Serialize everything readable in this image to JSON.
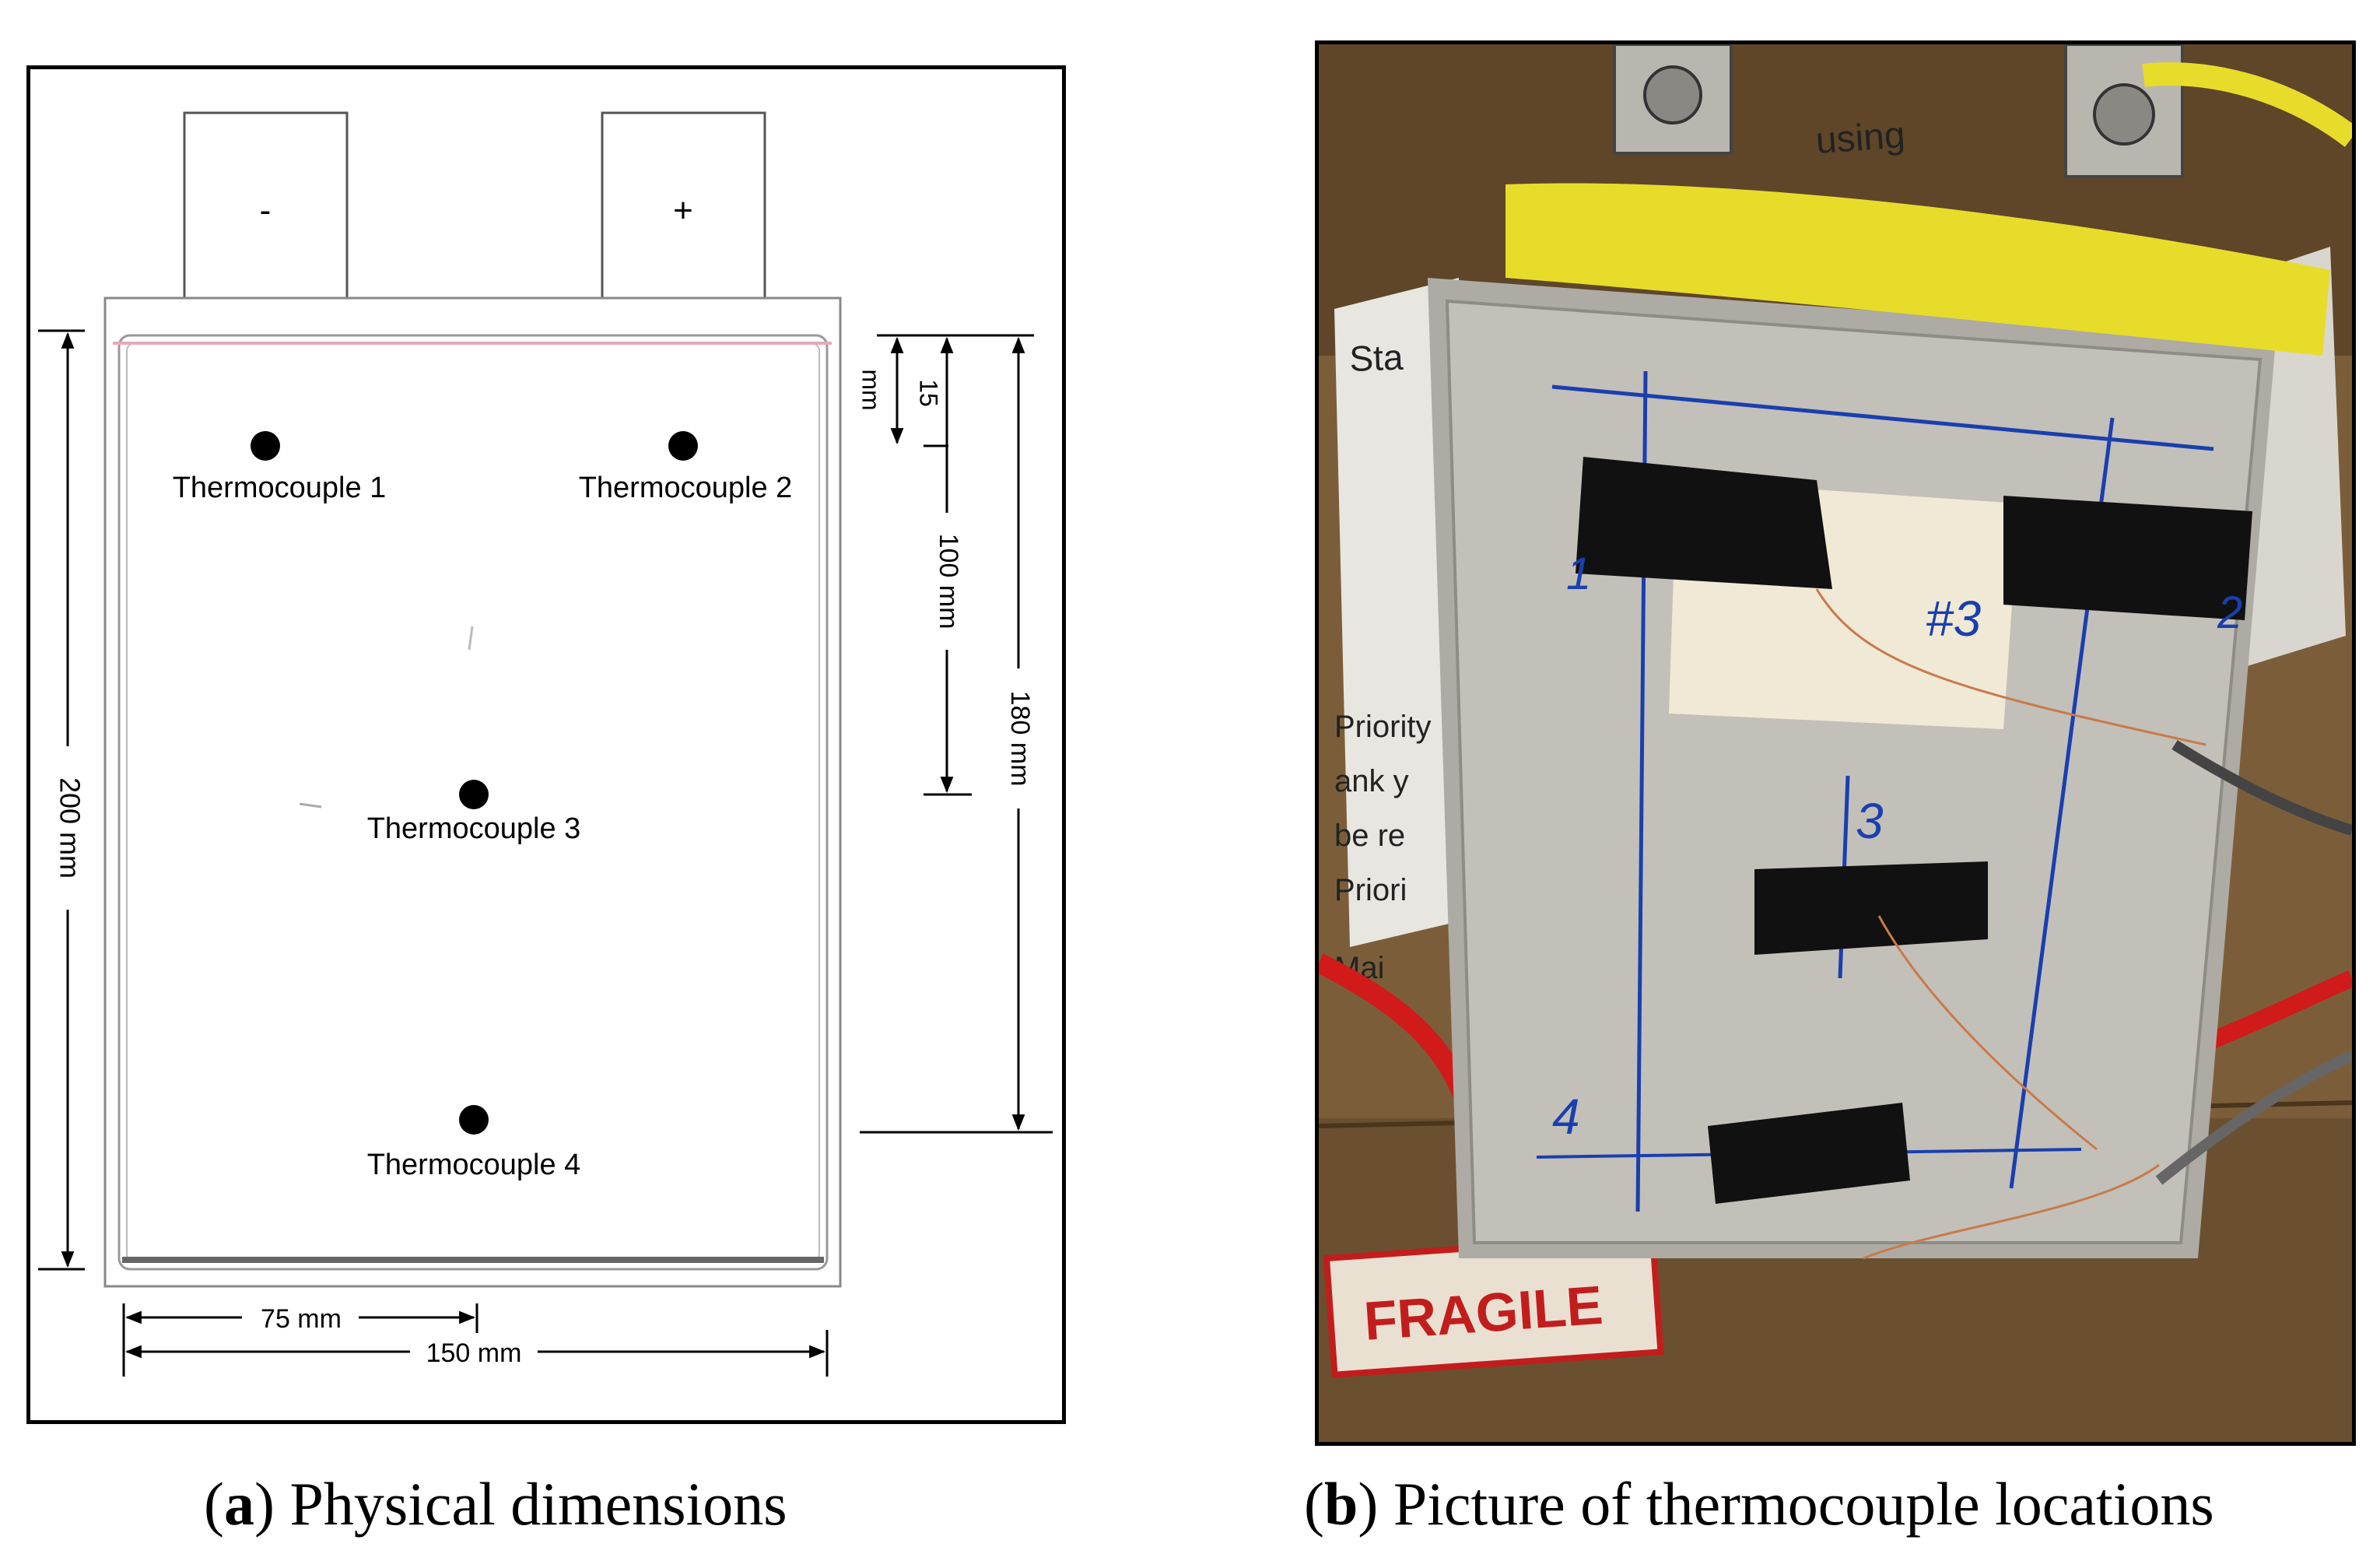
{
  "panel_a": {
    "terminal_negative": "-",
    "terminal_positive": "+",
    "thermocouples": [
      "Thermocouple 1",
      "Thermocouple 2",
      "Thermocouple 3",
      "Thermocouple 4"
    ],
    "dimensions": {
      "height_total": "200 mm",
      "offset_top_value": "15",
      "offset_top_unit": "mm",
      "offset_mid": "100 mm",
      "offset_bottom": "180 mm",
      "width_half": "75 mm",
      "width_total": "150 mm"
    }
  },
  "panel_b": {
    "cell_labels": [
      "1",
      "2",
      "#3",
      "3",
      "4"
    ],
    "box_text": [
      "using",
      "FRAGILE",
      "Priority",
      "ank y",
      "be re",
      "Priori",
      "Mai",
      "Sta"
    ],
    "colors": {
      "ink": "#1a3fae",
      "tape": "#e8dc2a",
      "cell": "#b8b5ae",
      "cardboard": "#8a6a42",
      "wire_red": "#d11a1a"
    }
  },
  "captions": {
    "a_letter": "a",
    "a_text": "Physical dimensions",
    "b_letter": "b",
    "b_text": "Picture of thermocouple locations"
  }
}
